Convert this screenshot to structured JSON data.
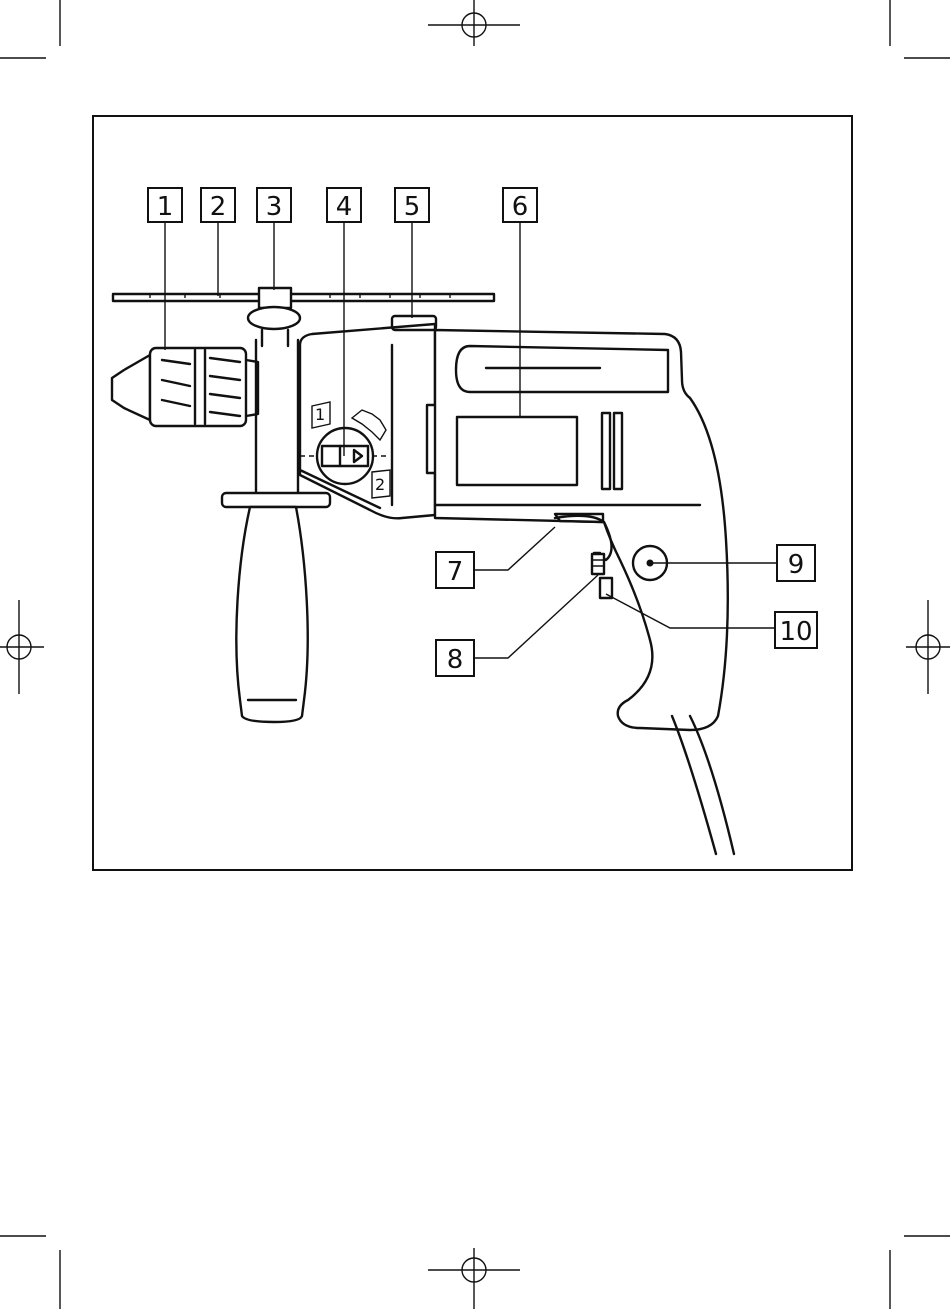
{
  "diagram": {
    "callouts": [
      "1",
      "2",
      "3",
      "4",
      "5",
      "6",
      "7",
      "8",
      "9",
      "10"
    ],
    "dial_labels": [
      "1",
      "2"
    ]
  }
}
